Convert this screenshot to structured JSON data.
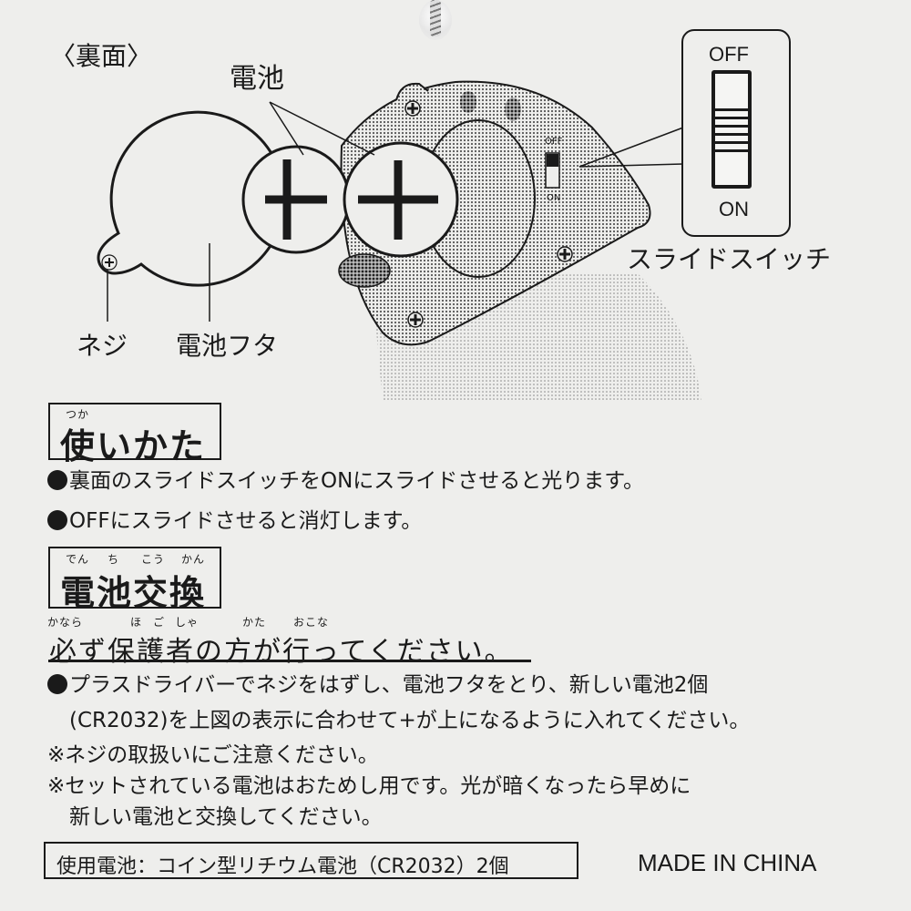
{
  "diagram": {
    "view_label": "〈裏面〉",
    "battery_label": "電池",
    "screw_label": "ネジ",
    "cover_label": "電池フタ",
    "battery_polarity_symbols": [
      "+",
      "+"
    ],
    "device_switch_off": "OFF",
    "device_switch_on": "ON",
    "callout": {
      "off_label": "OFF",
      "on_label": "ON",
      "caption": "スライドスイッチ"
    }
  },
  "usage": {
    "ruby": "つか",
    "heading": "使いかた",
    "lines": [
      "裏面のスライドスイッチをONにスライドさせると光ります。",
      "OFFにスライドさせると消灯します。"
    ]
  },
  "battery_replacement": {
    "ruby": [
      "でん",
      "ち",
      "こう",
      "かん"
    ],
    "heading": "電池交換",
    "warning_ruby": [
      "かなら",
      "ほ",
      "ご",
      "しゃ",
      "かた",
      "おこな"
    ],
    "warning": "必ず保護者の方が行ってください。",
    "instructions": [
      "プラスドライバーでネジをはずし、電池フタをとり、新しい電池2個",
      "(CR2032)を上図の表示に合わせて+が上になるように入れてください。"
    ],
    "notes": [
      "※ネジの取扱いにご注意ください。",
      "※セットされている電池はおためし用です。光が暗くなったら早めに",
      "新しい電池と交換してください。"
    ]
  },
  "footer": {
    "battery_spec": "使用電池：コイン型リチウム電池（CR2032）2個",
    "origin": "MADE IN CHINA"
  },
  "colors": {
    "background": "#eeeeec",
    "ink": "#1a1a1a"
  }
}
